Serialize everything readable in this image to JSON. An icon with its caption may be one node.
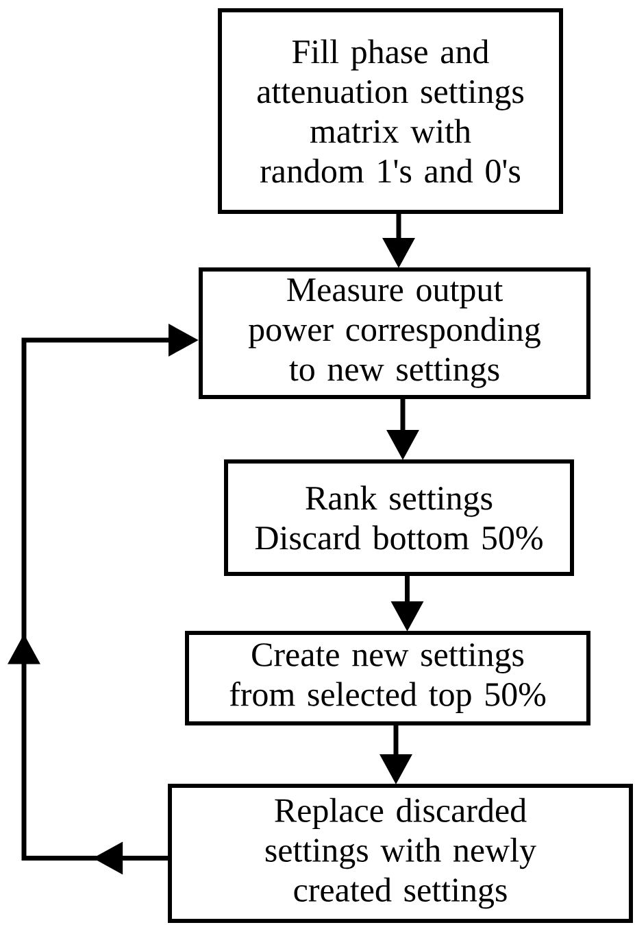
{
  "diagram": {
    "nodes": [
      {
        "text": [
          "Fill phase and attenuation settings matrix with random 1's and 0's"
        ]
      },
      {
        "text": [
          "Measure output power corresponding to new settings"
        ]
      },
      {
        "text": [
          "Rank settings Discard bottom 50%"
        ]
      },
      {
        "text": [
          "Create new settings from selected top 50%"
        ]
      },
      {
        "text": [
          "Replace discarded settings with newly created settings"
        ]
      }
    ],
    "edges": [
      {
        "from": 0,
        "to": 1,
        "arrow": "to"
      },
      {
        "from": 1,
        "to": 2,
        "arrow": "to"
      },
      {
        "from": 2,
        "to": 3,
        "arrow": "to"
      },
      {
        "from": 3,
        "to": 4,
        "arrow": "to"
      },
      {
        "from": 4,
        "to": 1,
        "arrow": "to"
      }
    ]
  }
}
